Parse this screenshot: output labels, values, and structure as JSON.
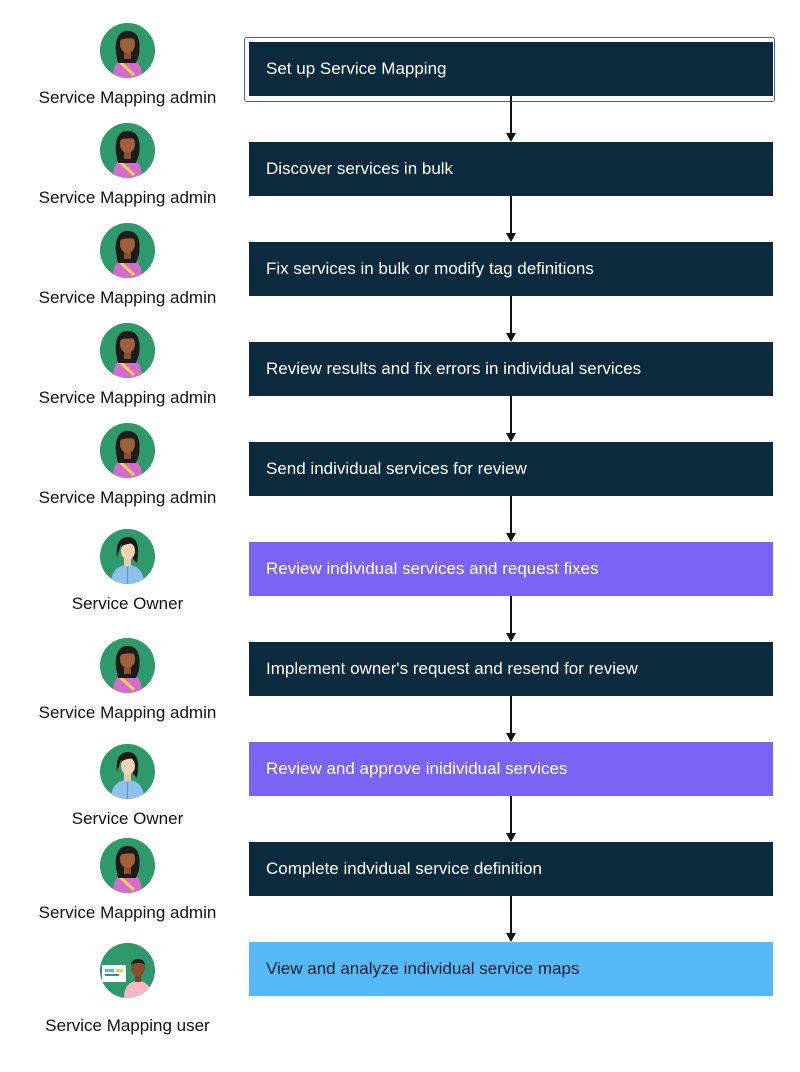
{
  "steps": [
    {
      "role": "Service Mapping admin",
      "label": "Set up Service Mapping",
      "style": "dark",
      "persona": "admin"
    },
    {
      "role": "Service Mapping admin",
      "label": "Discover services in bulk",
      "style": "dark",
      "persona": "admin"
    },
    {
      "role": "Service Mapping admin",
      "label": "Fix services in bulk or modify tag definitions",
      "style": "dark",
      "persona": "admin"
    },
    {
      "role": "Service Mapping admin",
      "label": "Review results and fix errors in individual services",
      "style": "dark",
      "persona": "admin"
    },
    {
      "role": "Service Mapping admin",
      "label": "Send individual services for review",
      "style": "dark",
      "persona": "admin"
    },
    {
      "role": "Service Owner",
      "label": "Review individual services and request fixes",
      "style": "purple",
      "persona": "owner"
    },
    {
      "role": "Service Mapping admin",
      "label": "Implement owner's request and resend for review",
      "style": "dark",
      "persona": "admin"
    },
    {
      "role": "Service Owner",
      "label": "Review and approve inidividual services",
      "style": "purple",
      "persona": "owner"
    },
    {
      "role": "Service Mapping admin",
      "label": "Complete indvidual service definition",
      "style": "dark",
      "persona": "admin"
    },
    {
      "role": "Service Mapping user",
      "label": "View and analyze individual service maps",
      "style": "blue",
      "persona": "user"
    }
  ],
  "colors": {
    "dark": "#0b2a3d",
    "purple": "#7b63f5",
    "blue": "#55b9f8",
    "avatar_bg": "#2e9a6c",
    "selection": "#3f5de8"
  }
}
